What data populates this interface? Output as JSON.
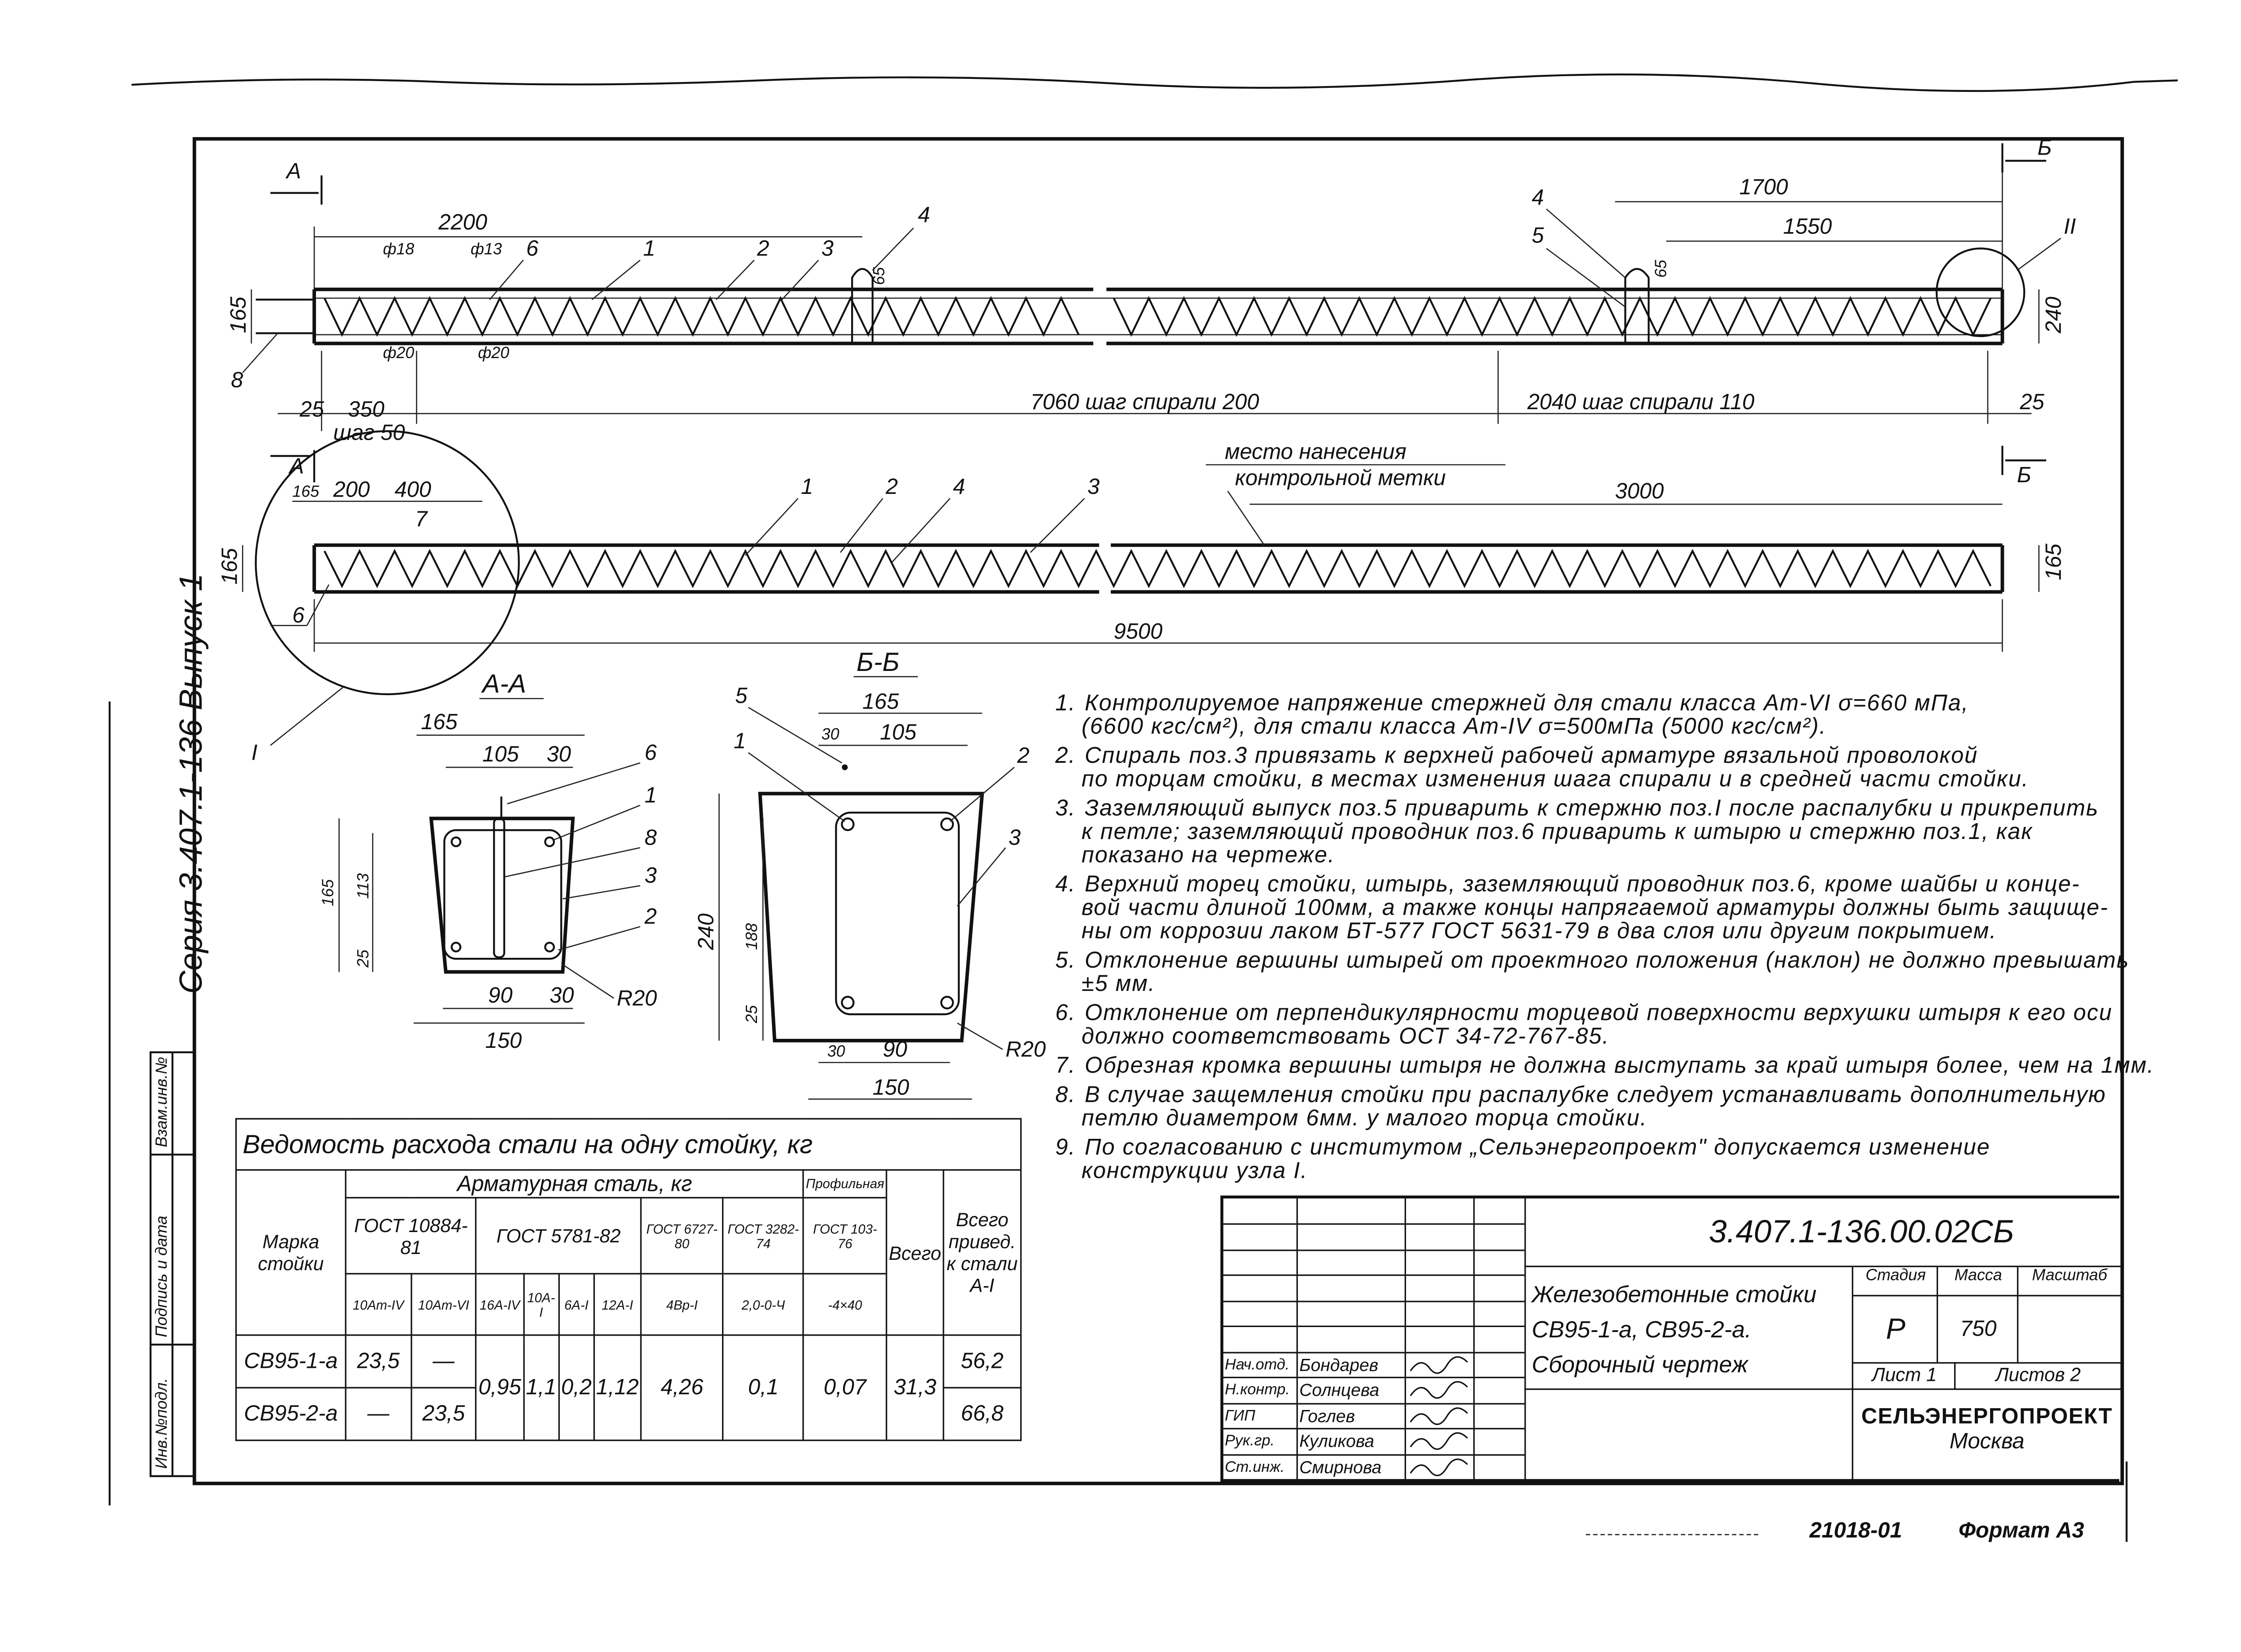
{
  "side_title": "Серия 3.407.1-136 Выпуск 1",
  "stamp_strip": [
    "Инв.№подл.",
    "Подпись и дата",
    "Взам.инв.№"
  ],
  "elevation": {
    "section_marks": [
      "А",
      "Б",
      "А",
      "Б"
    ],
    "dims_top": [
      "2200",
      "1700",
      "1550"
    ],
    "callouts": [
      "1",
      "2",
      "3",
      "4",
      "6",
      "4",
      "5",
      "8",
      "II"
    ],
    "bar_labels": [
      "ф18",
      "ф13",
      "ф20",
      "ф20",
      "65",
      "65"
    ],
    "height_left": "165",
    "height_right": "240",
    "dims_bottom": [
      "25",
      "350",
      "7060 шаг спирали 200",
      "2040 шаг спирали 110",
      "25"
    ],
    "step_note": "шаг 50"
  },
  "plan": {
    "mark_label_1": "место нанесения",
    "mark_label_2": "контрольной метки",
    "dim_3000": "3000",
    "dims_left": [
      "165",
      "200",
      "400"
    ],
    "callouts": [
      "1",
      "2",
      "4",
      "3",
      "7",
      "6",
      "I"
    ],
    "height_left": "165",
    "height_right": "165",
    "total_length": "9500"
  },
  "section_aa": {
    "title": "А-А",
    "dims": [
      "165",
      "105",
      "30",
      "165",
      "113",
      "25",
      "90",
      "30",
      "150"
    ],
    "radius": "R20",
    "callouts": [
      "6",
      "1",
      "8",
      "3",
      "2"
    ]
  },
  "section_bb": {
    "title": "Б-Б",
    "dims": [
      "165",
      "30",
      "105",
      "240",
      "188",
      "25",
      "30",
      "90",
      "150"
    ],
    "radius": "R20",
    "callouts": [
      "5",
      "1",
      "2",
      "3"
    ]
  },
  "notes": [
    {
      "num": "1.",
      "lines": [
        "Контролируемое напряжение стержней для стали класса Ат-VI   σ=660 мПа,",
        "(6600 кгс/см²), для стали класса Ат-IV  σ=500мПа (5000 кгс/см²)."
      ]
    },
    {
      "num": "2.",
      "lines": [
        "Спираль поз.3 привязать к верхней рабочей арматуре вязальной проволокой",
        "по торцам стойки, в местах изменения шага спирали и в средней части стойки."
      ]
    },
    {
      "num": "3.",
      "lines": [
        "Заземляющий выпуск поз.5 приварить к стержню поз.I после распалубки и прикрепить",
        "к петле; заземляющий проводник поз.6 приварить к штырю и стержню поз.1, как",
        "показано на чертеже."
      ]
    },
    {
      "num": "4.",
      "lines": [
        "Верхний торец стойки, штырь, заземляющий проводник поз.6, кроме шайбы и конце-",
        "вой части длиной 100мм, а также концы напрягаемой арматуры должны быть защище-",
        "ны от коррозии лаком БТ-577 ГОСТ 5631-79 в два слоя или другим покрытием."
      ]
    },
    {
      "num": "5.",
      "lines": [
        "Отклонение вершины штырей от проектного положения (наклон) не должно превышать",
        "±5 мм."
      ]
    },
    {
      "num": "6.",
      "lines": [
        "Отклонение от перпендикулярности торцевой поверхности верхушки штыря к его оси",
        "должно соответствовать ОСТ 34-72-767-85."
      ]
    },
    {
      "num": "7.",
      "lines": [
        "Обрезная кромка вершины штыря не должна выступать за край штыря более, чем на 1мм."
      ]
    },
    {
      "num": "8.",
      "lines": [
        "В случае защемления стойки при распалубке следует устанавливать дополнительную",
        "петлю диаметром 6мм. у малого торца стойки."
      ]
    },
    {
      "num": "9.",
      "lines": [
        "По согласованию с институтом „Сельэнергопроект\" допускается изменение",
        "конструкции узла I."
      ]
    }
  ],
  "steel_table": {
    "title": "Ведомость расхода стали на одну стойку, кг",
    "col_mark": "Марка стойки",
    "col_rebar": "Арматурная сталь, кг",
    "col_profile": "Профильная",
    "col_total": "Всего",
    "col_total_reduced": "Всего привед. к стали А-I",
    "gosts": [
      "ГОСТ 10884-81",
      "ГОСТ 5781-82",
      "ГОСТ 6727-80",
      "ГОСТ 3282-74",
      "ГОСТ 103-76"
    ],
    "grades": [
      "10Ат-IV",
      "10Ат-VI",
      "16А-IV",
      "10А-I",
      "6А-I",
      "12А-I",
      "4Вр-I",
      "2,0-0-Ч",
      "-4×40"
    ],
    "rows": [
      {
        "mark": "СВ95-1-а",
        "v10AtIV": "23,5",
        "v10AtVI": "—",
        "reduced": "56,2"
      },
      {
        "mark": "СВ95-2-а",
        "v10AtIV": "—",
        "v10AtVI": "23,5",
        "reduced": "66,8"
      }
    ],
    "shared": {
      "v16AIV": "0,95",
      "v10AI": "1,1",
      "v6AI": "0,2",
      "v12AI": "1,12",
      "v4BpI": "4,26",
      "v20": "0,1",
      "v440": "0,07",
      "total": "31,3"
    }
  },
  "title_block": {
    "code": "3.407.1-136.00.02СБ",
    "name_lines": [
      "Железобетонные стойки",
      "СВ95-1-а, СВ95-2-а.",
      "Сборочный чертеж"
    ],
    "stage_label": "Стадия",
    "mass_label": "Масса",
    "scale_label": "Масштаб",
    "stage": "Р",
    "mass": "750",
    "sheet": "Лист 1",
    "sheets": "Листов 2",
    "org": "СЕЛЬЭНЕРГОПРОЕКТ",
    "city": "Москва",
    "signers": [
      {
        "role": "Нач.отд.",
        "name": "Бондарев"
      },
      {
        "role": "Н.контр.",
        "name": "Солнцева"
      },
      {
        "role": "ГИП",
        "name": "Гоглев"
      },
      {
        "role": "Рук.гр.",
        "name": "Куликова"
      },
      {
        "role": "Ст.инж.",
        "name": "Смирнова"
      }
    ]
  },
  "footer": {
    "inv": "21018-01",
    "format": "Формат А3"
  }
}
